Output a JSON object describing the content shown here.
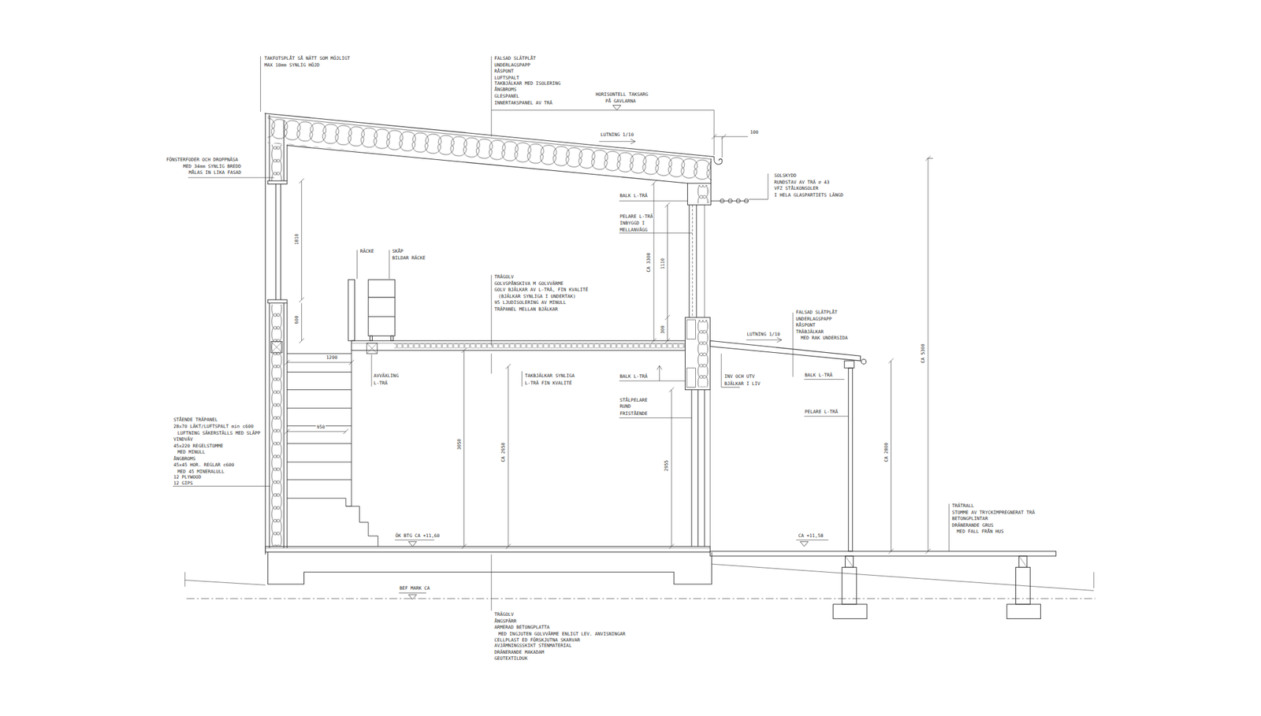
{
  "diagram": {
    "labels": [
      "TAKFOTSPLÅT SÅ NÄTT SOM MÖJLIGT",
      "MAX 10mm SYNLIG HÖJD",
      "FALSAD SLÄTPLÅT",
      "UNDERLAGSPAPP",
      "RÅSPONT",
      "LUFTSPALT",
      "TAKBJÄLKAR MED ISOLERING",
      "ÅNGBROMS",
      "GLESPANEL",
      "INNERTAKSPANEL AV TRÄ",
      "HORISONTELL TAKSARG",
      "PÅ GAVLARNA",
      "LUTNING 1/10",
      "100",
      "FÖNSTERFODER OCH DROPPNÄSA",
      "MED 34mm SYNLIG BREDD",
      "MÅLAS IN LIKA FASAD",
      "SOLSKYDD",
      "RUNDSTAV AV TRÄ ⌀ 43",
      "VFZ STÅLKONSOLER",
      "I HELA GLASPARTIETS LÄNGD",
      "BALK L-TRÄ",
      "PELARE L-TRÄ",
      "INBYGGD I",
      "MELLANVÄGG",
      "1810",
      "600",
      "CA 3300",
      "1110",
      "300",
      "RÄCKE",
      "SKÅP",
      "BILDAR RÄCKE",
      "TRÄGOLV",
      "GOLVSPÅNSKIVA M GOLVVÄRME",
      "GOLV BJÄLKAR AV L-TRÄ, FIN KVALITÉ",
      "(BJÄLKAR SYNLIGA I UNDERTAK)",
      "95 LJUDISOLERING AV MINULL",
      "TRÄPANEL MELLAN BJÄLKAR",
      "FALSAD SLÄTPLÅT",
      "UNDERLAGSPAPP",
      "RÅSPONT",
      "TRÄBJÄLKAR",
      "MED RAK UNDERSIDA",
      "LUTNING 1/10",
      "1200",
      "AVVÄXLING",
      "L-TRÄ",
      "TAKBJÄLKAR SYNLIGA",
      "L-TRÄ FIN KVALITÉ",
      "BALK L-TRÄ",
      "INV OCH UTV",
      "BJÄLKAR I LIV",
      "BALK L-TRÄ",
      "STÅLPELARE",
      "RUND",
      "FRISTÅENDE",
      "PELARE L-TRÄ",
      "STÅENDE TRÄPANEL",
      "28x70 LÄKT/LUFTSPALT min c600",
      "LUFTNING SÄKERSTÄLLS MED SLÄPP",
      "VINDVÄV",
      "45x220 REGELSTOMME",
      "MED MINULL",
      "ÅNGBROMS",
      "45x45 HOR. REGLAR c600",
      "MED 45 MINERALULL",
      "12 PLYWOOD",
      "12 GIPS",
      "950",
      "3050",
      "CA 2650",
      "2955",
      "CA 2800",
      "CA 5300",
      "ÖK BTG CA +11,60",
      "CA +11,58",
      "TRÄTRALL",
      "STOMME AV TRYCKIMPREGNERAT TRÄ",
      "BETONGPLINTAR",
      "DRÄNERANDE GRUS",
      "MED FALL FRÅN HUS",
      "BEF MARK CA",
      "TRÄGOLV",
      "ÅNGSPÄRR",
      "ARMERAD BETONGPLATTA",
      "MED INGJUTEN GOLVVÄRME ENLIGT LEV. ANVISNINGAR",
      "CELLPLAST ED FÖRSKJUTNA SKARVAR",
      "AVJÄMNINGSSKIKT STENMATERIAL",
      "DRÄNERANDE MAKADAM",
      "GEOTEXTILDUK"
    ]
  }
}
